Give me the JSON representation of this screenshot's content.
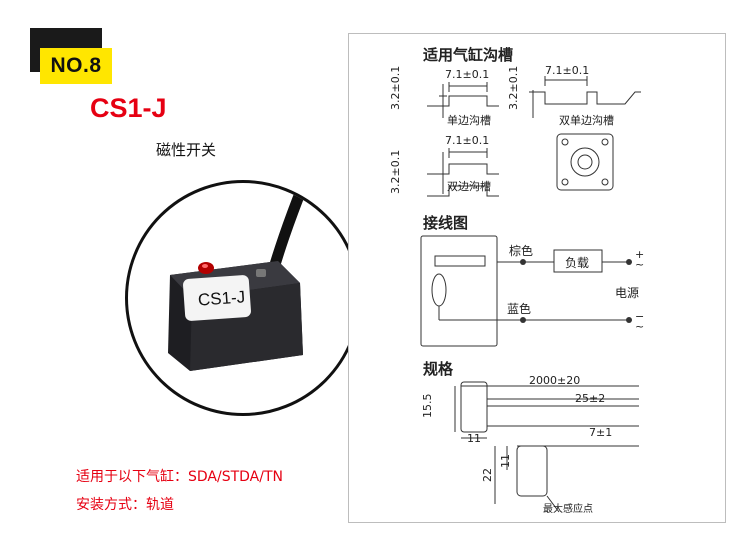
{
  "header": {
    "badge_label": "NO.8",
    "model": "CS1-J",
    "subtitle": "磁性开关",
    "product_label": "CS1-J"
  },
  "notes": {
    "cylinders": "适用于以下气缸：SDA/STDA/TN",
    "install": "安装方式：轨道"
  },
  "spec_panel": {
    "groove_title": "适用气缸沟槽",
    "width_dim": "7.1±0.1",
    "depth_dim": "3.2±0.1",
    "single_groove": "单边沟槽",
    "double_single_groove": "双单边沟槽",
    "double_groove": "双边沟槽",
    "wiring_title": "接线图",
    "brown": "棕色",
    "blue": "蓝色",
    "load": "负载",
    "power": "电源",
    "plus": "+",
    "minus": "−",
    "tilde": "~",
    "spec_title": "规格",
    "dim_cable": "2000±20",
    "dim_strip": "25±2",
    "dim_lead": "7±1",
    "dim_height": "15.5",
    "dim_width": "11",
    "dim_22": "22",
    "dim_11b": "11",
    "sensing_point": "最大感应点"
  },
  "colors": {
    "red": "#e60012",
    "badge_yellow": "#ffe600"
  }
}
